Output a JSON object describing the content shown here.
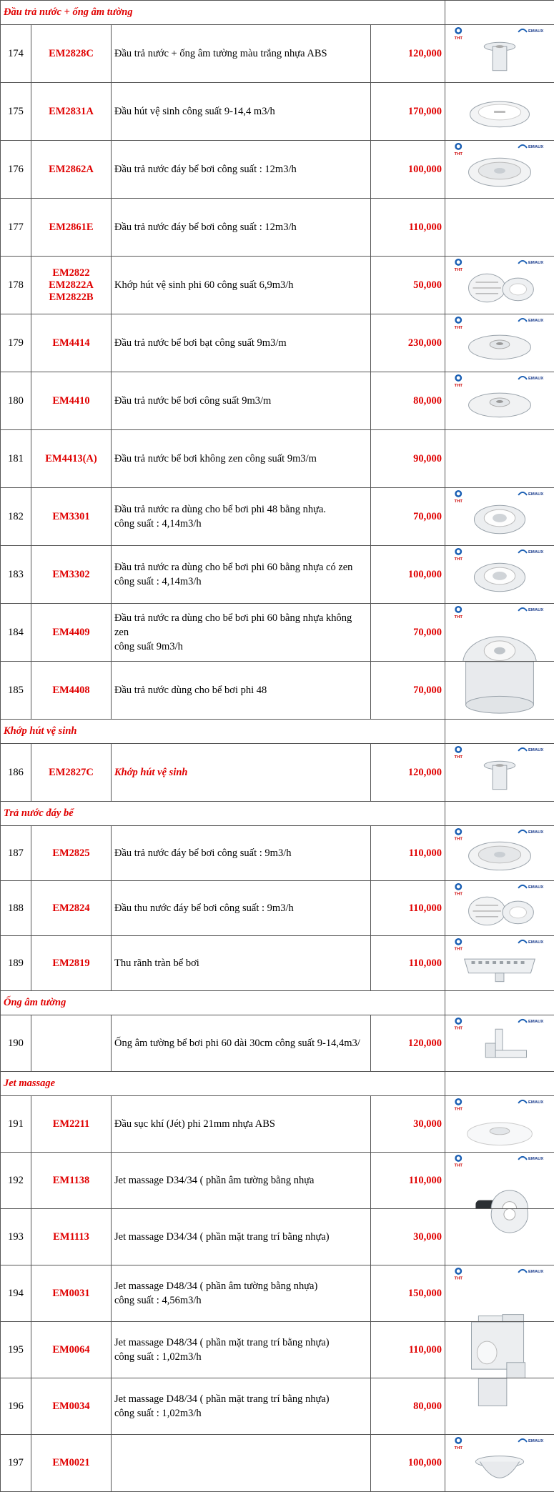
{
  "rows": [
    {
      "kind": "section",
      "title": "Đầu trả nước + ống âm tường",
      "h": 34
    },
    {
      "kind": "item",
      "no": "174",
      "code": [
        "EM2828C"
      ],
      "desc": [
        "Đầu trả nước + ống âm tường màu trắng nhựa ABS"
      ],
      "price": "120,000",
      "h": 81,
      "img": "fitting"
    },
    {
      "kind": "item",
      "no": "175",
      "code": [
        "EM2831A"
      ],
      "desc": [
        "Đầu hút vệ sinh công suất 9-14,4 m3/h"
      ],
      "price": "170,000",
      "h": 81,
      "img": "disc"
    },
    {
      "kind": "item",
      "no": "176",
      "code": [
        "EM2862A"
      ],
      "desc": [
        "Đầu trả nước đáy bể bơi công suất : 12m3/h"
      ],
      "price": "100,000",
      "h": 81,
      "img": "drain"
    },
    {
      "kind": "item",
      "no": "177",
      "code": [
        "EM2861E"
      ],
      "desc": [
        "Đầu trả nước đáy bể bơi công suất : 12m3/h"
      ],
      "price": "110,000",
      "h": 81,
      "img": "none"
    },
    {
      "kind": "item",
      "no": "178",
      "code": [
        "EM2822",
        "EM2822A",
        "EM2822B"
      ],
      "desc": [
        "Khớp hút vệ sinh phi 60 công suất  6,9m3/h"
      ],
      "price": "50,000",
      "h": 81,
      "img": "grate"
    },
    {
      "kind": "item",
      "no": "179",
      "code": [
        "EM4414"
      ],
      "desc": [
        "Đầu trả nước bể bơi bạt công suất 9m3/m"
      ],
      "price": "230,000",
      "h": 81,
      "img": "flange"
    },
    {
      "kind": "item",
      "no": "180",
      "code": [
        "EM4410"
      ],
      "desc": [
        "Đầu trả nước bể bơi công suất 9m3/m"
      ],
      "price": "80,000",
      "h": 81,
      "img": "flange"
    },
    {
      "kind": "item",
      "no": "181",
      "code": [
        "EM4413(A)"
      ],
      "desc": [
        "Đầu trả nước bể bơi  không zen công suất 9m3/m"
      ],
      "price": "90,000",
      "h": 81,
      "img": "none"
    },
    {
      "kind": "item",
      "no": "182",
      "code": [
        "EM3301"
      ],
      "desc": [
        "Đầu trả nước ra dùng cho bể bơi phi 48 bằng nhựa.",
        "công suất : 4,14m3/h"
      ],
      "price": "70,000",
      "h": 81,
      "img": "ring"
    },
    {
      "kind": "item",
      "no": "183",
      "code": [
        "EM3302"
      ],
      "desc": [
        "Đầu trả nước ra dùng cho bể bơi phi 60 bằng nhựa có zen",
        "công suất : 4,14m3/h"
      ],
      "price": "100,000",
      "h": 81,
      "img": "ring"
    },
    {
      "kind": "item",
      "no": "184",
      "code": [
        "EM4409"
      ],
      "desc": [
        "Đầu trả nước ra dùng cho bể bơi phi 60 bằng nhựa không",
        "zen",
        "công suất 9m3/h"
      ],
      "price": "70,000",
      "h": 81,
      "img": "bigfit"
    },
    {
      "kind": "item",
      "no": "185",
      "code": [
        "EM4408"
      ],
      "desc": [
        "Đầu trả nước dùng cho bể bơi phi 48"
      ],
      "price": "70,000",
      "h": 81,
      "img": "bigfit2"
    },
    {
      "kind": "section",
      "title": "Khớp hút vệ sinh",
      "h": 34
    },
    {
      "kind": "item",
      "no": "186",
      "code": [
        "EM2827C"
      ],
      "desc": [
        "Khớp hút vệ sinh"
      ],
      "descRed": true,
      "price": "120,000",
      "h": 81,
      "img": "fitting"
    },
    {
      "kind": "section",
      "title": "Trả nước đáy bể",
      "h": 34
    },
    {
      "kind": "item",
      "no": "187",
      "code": [
        "EM2825"
      ],
      "desc": [
        "Đầu trả nước đáy bể bơi công suất : 9m3/h"
      ],
      "price": "110,000",
      "h": 77,
      "img": "drain2"
    },
    {
      "kind": "item",
      "no": "188",
      "code": [
        "EM2824"
      ],
      "desc": [
        "Đầu thu nước đáy bể bơi công suất : 9m3/h"
      ],
      "price": "110,000",
      "h": 77,
      "img": "grate2"
    },
    {
      "kind": "item",
      "no": "189",
      "code": [
        "EM2819"
      ],
      "desc": [
        "Thu rãnh tràn bể bơi"
      ],
      "price": "110,000",
      "h": 77,
      "img": "gutter"
    },
    {
      "kind": "section",
      "title": "Ống âm tường",
      "h": 34
    },
    {
      "kind": "item",
      "no": "190",
      "code": [
        ""
      ],
      "desc": [
        "Ống âm tường bể bơi phi 60 dài 30cm công suất 9-14,4m3/"
      ],
      "price": "120,000",
      "h": 79,
      "img": "pipe"
    },
    {
      "kind": "section",
      "title": "Jet massage",
      "h": 34
    },
    {
      "kind": "item",
      "no": "191",
      "code": [
        "EM2211"
      ],
      "desc": [
        "Đầu sục khí (Jét) phi 21mm nhựa ABS"
      ],
      "price": "30,000",
      "h": 79,
      "img": "jetcap"
    },
    {
      "kind": "item",
      "no": "192",
      "code": [
        "EM1138"
      ],
      "desc": [
        "Jet massage D34/34 ( phần âm tường bằng nhựa"
      ],
      "price": "110,000",
      "h": 79,
      "img": "jet1"
    },
    {
      "kind": "item",
      "no": "193",
      "code": [
        "EM1113"
      ],
      "desc": [
        "Jet massage D34/34 ( phần mặt trang trí bằng nhựa)"
      ],
      "price": "30,000",
      "h": 79,
      "img": "jet2"
    },
    {
      "kind": "item",
      "no": "194",
      "code": [
        "EM0031"
      ],
      "desc": [
        "Jet massage D48/34 ( phần âm tường bằng nhựa)",
        "công suất : 4,56m3/h"
      ],
      "price": "150,000",
      "h": 79,
      "img": "tee1"
    },
    {
      "kind": "item",
      "no": "195",
      "code": [
        "EM0064"
      ],
      "desc": [
        "Jet massage D48/34 ( phần mặt trang trí bằng nhựa)",
        "công suất : 1,02m3/h"
      ],
      "price": "110,000",
      "h": 79,
      "img": "tee2"
    },
    {
      "kind": "item",
      "no": "196",
      "code": [
        "EM0034"
      ],
      "desc": [
        "Jet massage D48/34 ( phần mặt trang trí bằng nhựa)",
        "công suất : 1,02m3/h"
      ],
      "price": "80,000",
      "h": 79,
      "img": "tee3"
    },
    {
      "kind": "item",
      "no": "197",
      "code": [
        "EM0021"
      ],
      "desc": [
        ""
      ],
      "price": "100,000",
      "h": 80,
      "img": "cup"
    }
  ],
  "logo": {
    "left": "THT",
    "right": "EMAUX"
  },
  "colors": {
    "red": "#e00000",
    "border": "#555555"
  }
}
